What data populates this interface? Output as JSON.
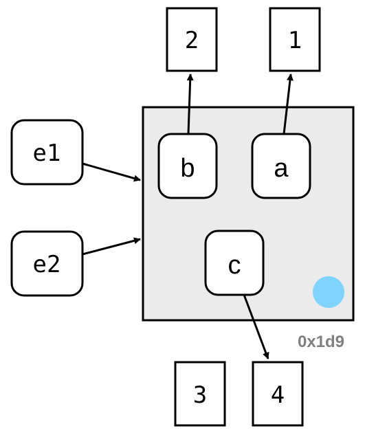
{
  "diagram": {
    "container": {
      "id_label": "0x1d9",
      "fill_color": "#ebebeb",
      "dot_color": "#7fd4ff"
    },
    "ports": {
      "b": "b",
      "a": "a",
      "c": "c"
    },
    "inputs": {
      "e1": "e1",
      "e2": "e2"
    },
    "outputs": {
      "out1": "1",
      "out2": "2",
      "out3": "3",
      "out4": "4"
    }
  }
}
